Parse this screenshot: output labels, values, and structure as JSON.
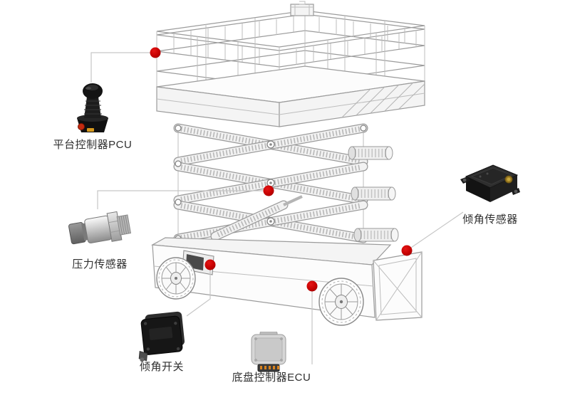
{
  "diagram_subject": "scissor-lift-wireframe",
  "colors": {
    "background": "#ffffff",
    "marker_red": "#c40000",
    "connector_line_gray": "#c6c6c6",
    "wireframe_gray": "#9b9b9b",
    "label_text": "#2f2f2f"
  },
  "callouts": [
    {
      "id": "platform-pcu",
      "label": "平台控制器PCU",
      "image": "joystick-controller-photo"
    },
    {
      "id": "pressure-sensor",
      "label": "压力传感器",
      "image": "pressure-sensor-photo"
    },
    {
      "id": "tilt-switch",
      "label": "倾角开关",
      "image": "tilt-switch-photo"
    },
    {
      "id": "chassis-ecu",
      "label": "底盘控制器ECU",
      "image": "ecu-photo"
    },
    {
      "id": "tilt-sensor",
      "label": "倾角传感器",
      "image": "tilt-sensor-photo"
    }
  ]
}
